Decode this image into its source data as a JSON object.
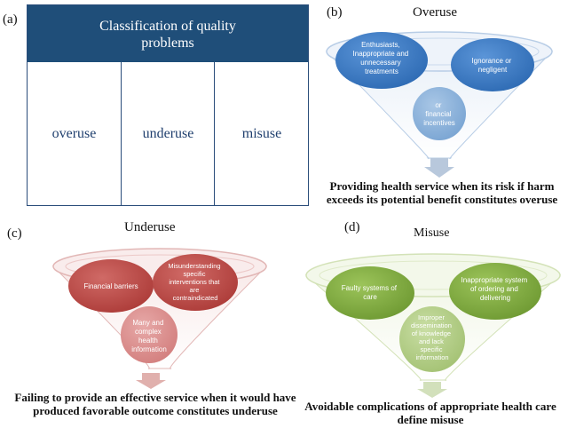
{
  "panels": {
    "a": {
      "label": "(a)",
      "header_line1": "Classification of quality",
      "header_line2": "problems",
      "cells": [
        "overuse",
        "underuse",
        "misuse"
      ]
    },
    "b": {
      "label": "(b)",
      "title": "Overuse",
      "circles": [
        [
          "Enthusiasts,",
          "Inappropriate and",
          "unnecessary",
          "treatments"
        ],
        [
          "Ignorance or",
          "negligent"
        ],
        [
          "or",
          "financial",
          "incentives"
        ]
      ],
      "caption_line1": "Providing health service when its risk if harm",
      "caption_line2": "exceeds its potential benefit constitutes overuse"
    },
    "c": {
      "label": "(c)",
      "title": "Underuse",
      "circles": [
        [
          "Financial barriers"
        ],
        [
          "Misunderstanding",
          "specific",
          "interventions that",
          "are",
          "contraindicated"
        ],
        [
          "Many and",
          "complex",
          "health",
          "information"
        ]
      ],
      "caption_line1": "Failing to provide an effective service when it would have",
      "caption_line2": "produced favorable outcome constitutes underuse"
    },
    "d": {
      "label": "(d)",
      "title": "Misuse",
      "circles": [
        [
          "Faulty systems of",
          "care"
        ],
        [
          "Inappropriate system",
          "of ordering and",
          "delivering"
        ],
        [
          "Improper",
          "dissemination",
          "of knowledge",
          "and lack",
          "specific",
          "information"
        ]
      ],
      "caption_line1": "Avoidable complications of appropriate health care",
      "caption_line2": "define misuse"
    }
  },
  "colors": {
    "navy": "#1f4e79",
    "blue_circle": "#3a78c4",
    "blue_circle_light": "#8fb4dc",
    "red_circle": "#c0504d",
    "red_circle_light": "#d9898a",
    "green_circle": "#7fac3e",
    "green_circle_light": "#b5cf8a"
  }
}
